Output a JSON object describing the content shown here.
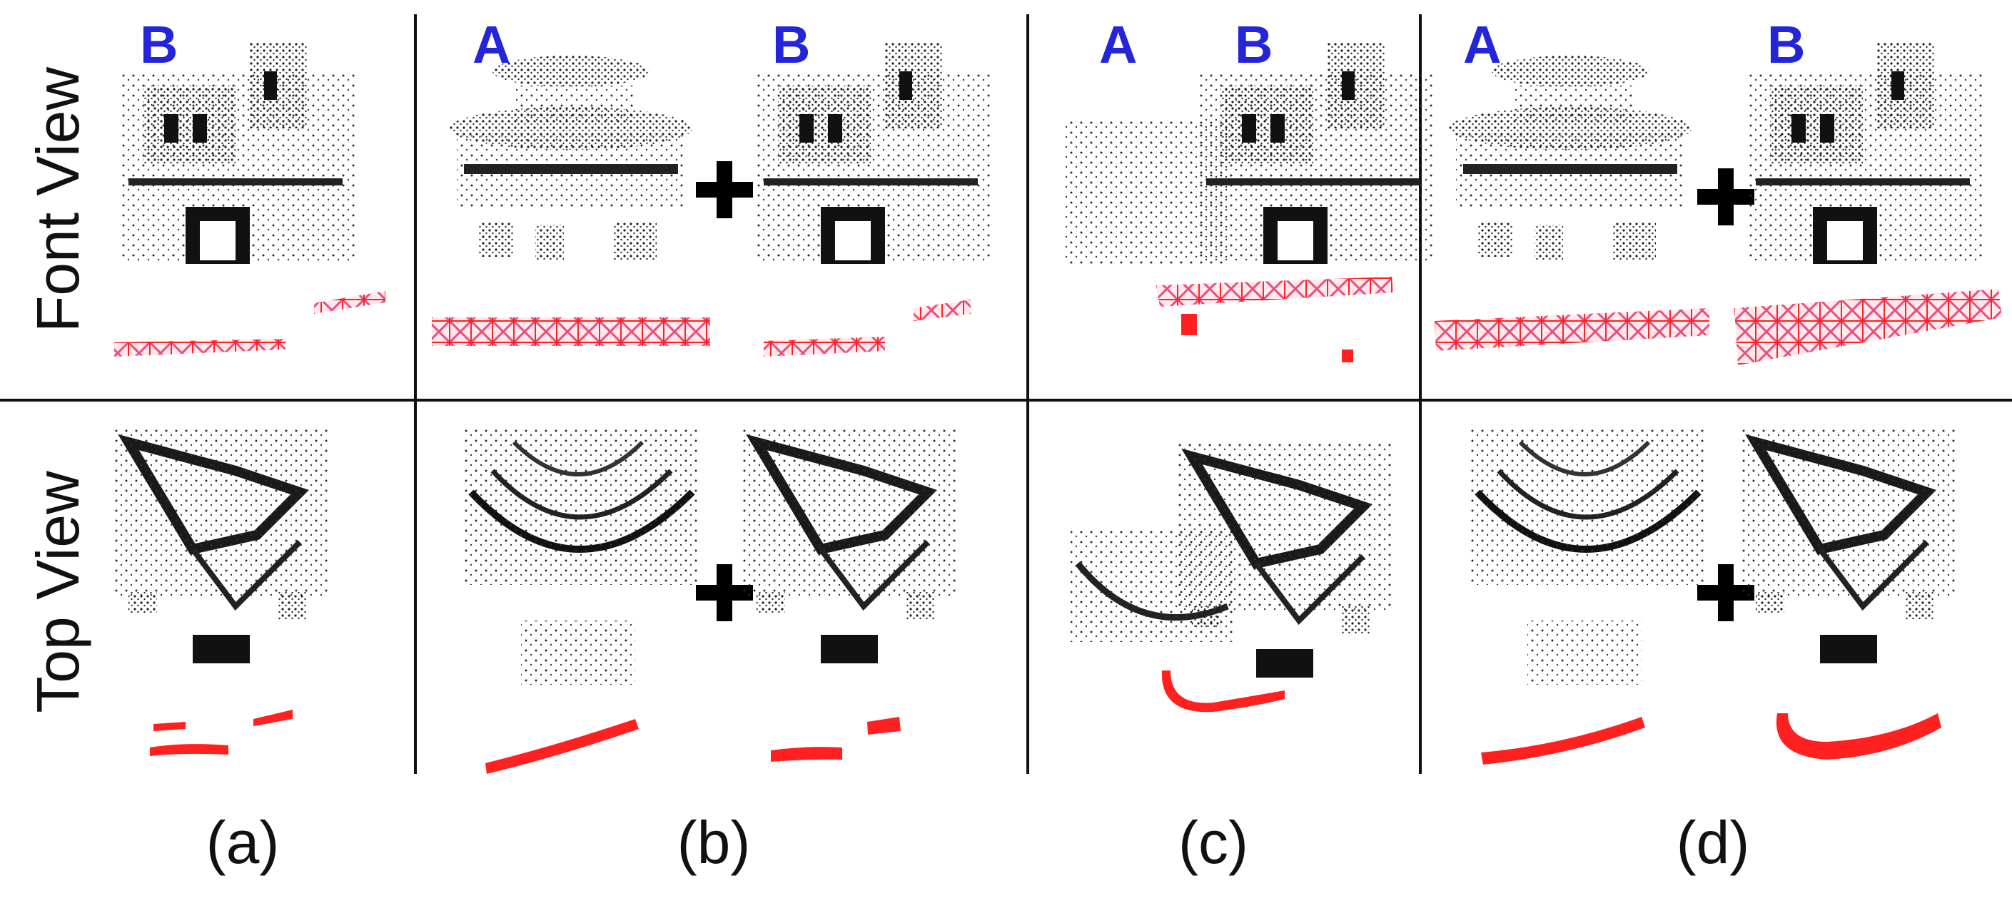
{
  "row_labels": {
    "front": "Font View",
    "top": "Top View"
  },
  "panel_letters": {
    "a": "A",
    "b": "B"
  },
  "captions": [
    "(a)",
    "(b)",
    "(c)",
    "(d)"
  ],
  "colors": {
    "letter": "#2424d8",
    "trajectory": "#ff2020",
    "trajectory_pink": "#e8507a",
    "points": "#222222",
    "divider": "#111111"
  }
}
